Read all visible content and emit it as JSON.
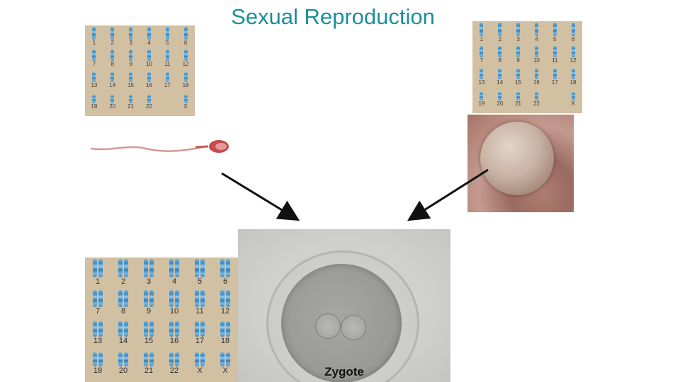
{
  "title": "Sexual Reproduction",
  "zygote_label": "Zygote",
  "karyotype_haploid_sperm": {
    "rows": [
      [
        "1",
        "2",
        "3",
        "4",
        "5",
        "6"
      ],
      [
        "7",
        "8",
        "9",
        "10",
        "11",
        "12"
      ],
      [
        "13",
        "14",
        "15",
        "16",
        "17",
        "18"
      ],
      [
        "19",
        "20",
        "21",
        "22",
        "",
        "X"
      ]
    ]
  },
  "karyotype_haploid_egg": {
    "rows": [
      [
        "1",
        "2",
        "3",
        "4",
        "5",
        "6"
      ],
      [
        "7",
        "8",
        "9",
        "10",
        "11",
        "12"
      ],
      [
        "13",
        "14",
        "15",
        "16",
        "17",
        "18"
      ],
      [
        "19",
        "20",
        "21",
        "22",
        "",
        "X"
      ]
    ]
  },
  "karyotype_diploid": {
    "rows": [
      [
        "1",
        "2",
        "3",
        "4",
        "5",
        "6"
      ],
      [
        "7",
        "8",
        "9",
        "10",
        "11",
        "12"
      ],
      [
        "13",
        "14",
        "15",
        "16",
        "17",
        "18"
      ],
      [
        "19",
        "20",
        "21",
        "22",
        "X",
        "X"
      ]
    ]
  },
  "colors": {
    "title": "#1c8e9a",
    "karyotype_bg": "#d2c0a3",
    "chromosome": "#3a8cc6"
  }
}
